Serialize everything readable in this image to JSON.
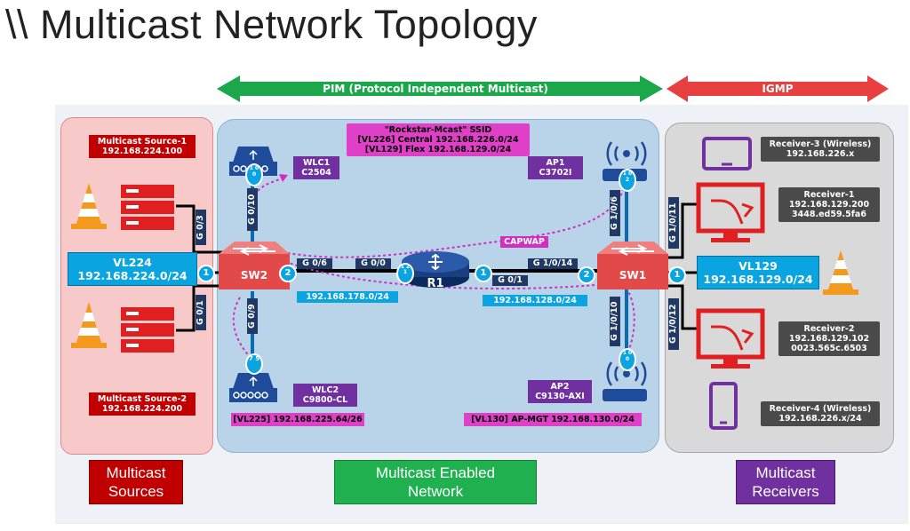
{
  "title": "\\\\ Multicast Network Topology",
  "arrows": {
    "pim": "PIM (Protocol Independent Multicast)",
    "igmp": "IGMP"
  },
  "sources": {
    "source1": {
      "name": "Multicast Source-1",
      "ip": "192.168.224.100"
    },
    "source2": {
      "name": "Multicast Source-2",
      "ip": "192.168.224.200"
    },
    "vlan_name": "VL224",
    "vlan_net": "192.168.224.0/24",
    "caption_line1": "Multicast",
    "caption_line2": "Sources"
  },
  "network": {
    "ssid_line1": "\"Rockstar-Mcast\" SSID",
    "ssid_line2": "[VL226] Central  192.168.226.0/24",
    "ssid_line3": "[VL129] Flex      192.168.129.0/24",
    "wlc1_name": "WLC1",
    "wlc1_model": "C2504",
    "wlc2_name": "WLC2",
    "wlc2_model": "C9800-CL",
    "ap1_name": "AP1",
    "ap1_model": "C3702I",
    "ap2_name": "AP2",
    "ap2_model": "C9130-AXI",
    "sw2": "SW2",
    "sw1": "SW1",
    "r1": "R1",
    "capwap": "CAPWAP",
    "net178": "192.168.178.0/24",
    "net128": "192.168.128.0/24",
    "vl225": "[VL225] 192.168.225.64/26",
    "vl130": "[VL130] AP-MGT 192.168.130.0/24",
    "caption_line1": "Multicast Enabled",
    "caption_line2": "Network",
    "ports": {
      "g03": "G 0/3",
      "g01": "G 0/1",
      "g010": "G 0/10",
      "g09": "G 0/9",
      "g06": "G 0/6",
      "g00": "G 0/0",
      "g01_r": "G 0/1",
      "g1014": "G 1/0/14",
      "g106": "G 1/0/6",
      "g1010": "G 1/0/10",
      "g1011": "G 1/0/11",
      "g1012": "G 1/0/12"
    },
    "rings": {
      "sw2_left": "1",
      "sw2_right": "2",
      "r1_left": "1\n2\n1",
      "r1_right": "1",
      "sw1_left": "2",
      "sw1_right": "1",
      "wlc1": "1\n0\n0",
      "wlc2": "7\n5",
      "ap1": "1\n0\n2",
      "ap2": "1\n0\n0"
    }
  },
  "receivers": {
    "r3_name": "Receiver-3 (Wireless)",
    "r3_ip": "192.168.226.x",
    "r1_name": "Receiver-1",
    "r1_ip": "192.168.129.200",
    "r1_mac": "3448.ed59.5fa6",
    "r2_name": "Receiver-2",
    "r2_ip": "192.168.129.102",
    "r2_mac": "0023.565c.6503",
    "r4_name": "Receiver-4 (Wireless)",
    "r4_ip": "192.168.226.x/24",
    "vlan_name": "VL129",
    "vlan_net": "192.168.129.0/24",
    "caption_line1": "Multicast",
    "caption_line2": "Receivers"
  },
  "colors": {
    "pim_arrow": "#1aa84a",
    "igmp_arrow": "#e84040",
    "source_zone": "#f7c9c9",
    "network_zone": "#b9d3e8",
    "receiver_zone": "#d9d9d9",
    "device_red": "#e02020",
    "accent_blue": "#0aa5e0",
    "capwap_magenta": "#d030c0"
  }
}
